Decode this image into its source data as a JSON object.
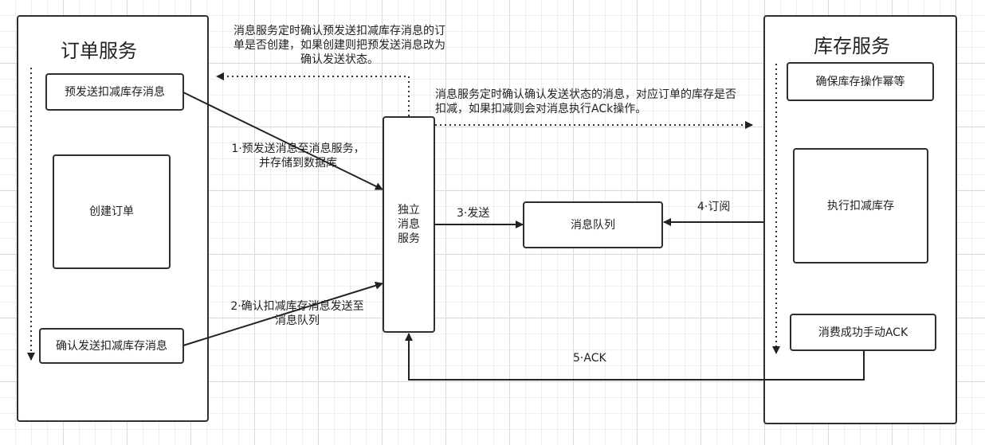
{
  "order_service": {
    "title": "订单服务",
    "pre_send": "预发送扣减库存消息",
    "create_order": "创建订单",
    "confirm_send": "确认发送扣减库存消息"
  },
  "inventory_service": {
    "title": "库存服务",
    "idempotent": "确保库存操作幂等",
    "deduct": "执行扣减库存",
    "consume_ack": "消费成功手动ACK"
  },
  "message_service": {
    "label": "独立消息服务"
  },
  "message_queue": {
    "label": "消息队列"
  },
  "edges": {
    "step1": "1·预发送消息至消息服务，并存储到数据库",
    "step2": "2·确认扣减库存消息发送至消息队列",
    "step3": "3·发送",
    "step4": "4·订阅",
    "step5": "5·ACK",
    "timer_pre": "消息服务定时确认预发送扣减库存消息的订单是否创建，如果创建则把预发送消息改为确认发送状态。",
    "timer_confirm": "消息服务定时确认确认发送状态的消息，对应订单的库存是否扣减，如果扣减则会对消息执行ACk操作。"
  }
}
